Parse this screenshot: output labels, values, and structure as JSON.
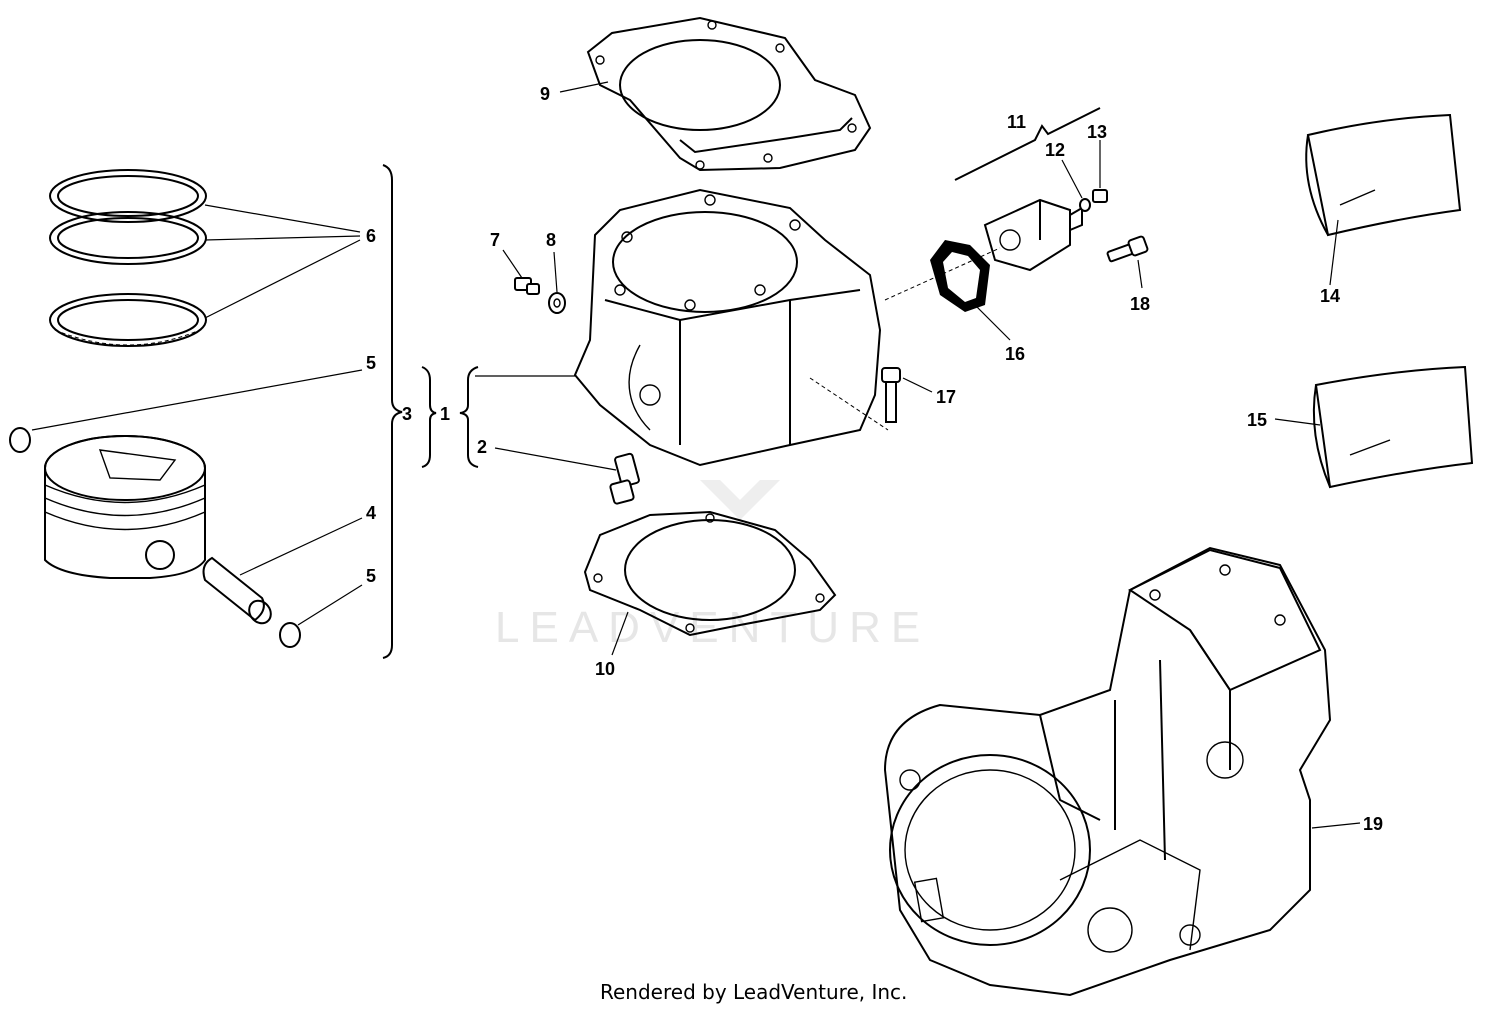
{
  "watermark": {
    "text": "LEADVENTURE"
  },
  "footer": {
    "text": "Rendered by LeadVenture, Inc."
  },
  "callouts": {
    "c1": "1",
    "c2": "2",
    "c3": "3",
    "c4": "4",
    "c5a": "5",
    "c5b": "5",
    "c6": "6",
    "c7": "7",
    "c8": "8",
    "c9": "9",
    "c10": "10",
    "c11": "11",
    "c12": "12",
    "c13": "13",
    "c14": "14",
    "c15": "15",
    "c16": "16",
    "c17": "17",
    "c18": "18",
    "c19": "19"
  }
}
